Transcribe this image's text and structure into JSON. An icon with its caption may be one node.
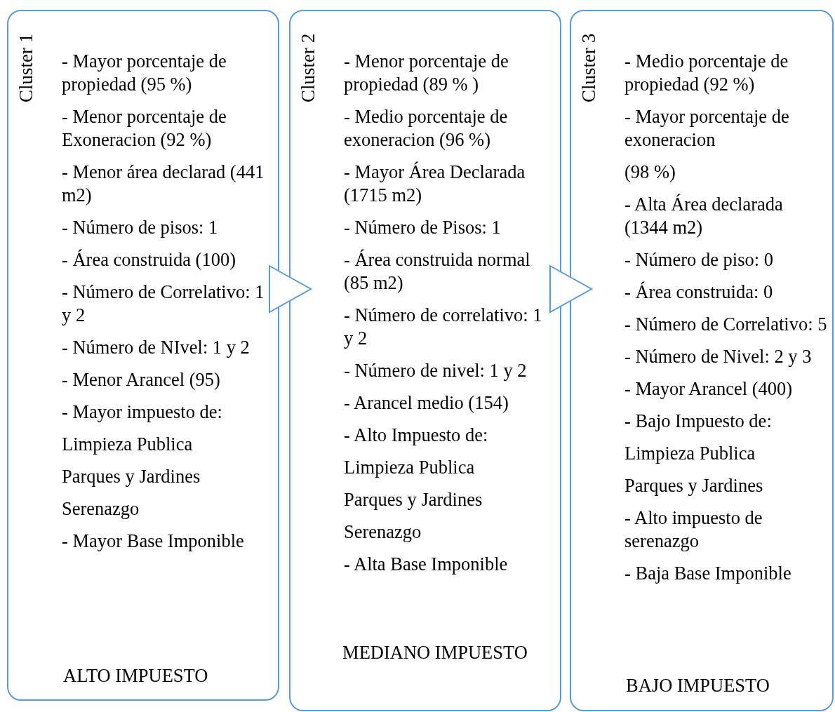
{
  "diagram": {
    "nodes": [
      {
        "text": [
          "Cluster 1",
          "- Mayor porcentaje de propiedad (95 %)",
          "- Menor porcentaje de Exoneracion (92 %)",
          "- Menor área declarad (441 m2)",
          "- Número de pisos: 1",
          "- Área construida (100)",
          "- Número de Correlativo: 1 y 2",
          "- Número de NIvel: 1 y 2",
          "- Menor Arancel (95)",
          "- Mayor impuesto de:",
          "Limpieza Publica",
          "Parques y Jardines",
          "Serenazgo",
          "- Mayor Base Imponible",
          "ALTO IMPUESTO"
        ]
      },
      {
        "text": [
          "Cluster 2",
          "- Menor porcentaje de propiedad (89 % )",
          "- Medio porcentaje de exoneracion (96 %)",
          "- Mayor Área Declarada (1715 m2)",
          "- Número de Pisos: 1",
          "- Área construida normal (85 m2)",
          "- Número de correlativo: 1 y 2",
          "- Número de nivel: 1 y 2",
          "- Arancel medio (154)",
          "- Alto Impuesto de:",
          "Limpieza Publica",
          "Parques y Jardines",
          "Serenazgo",
          "- Alta Base Imponible",
          "MEDIANO IMPUESTO"
        ]
      },
      {
        "text": [
          "Cluster 3",
          "- Medio porcentaje de propiedad (92 %)",
          "- Mayor porcentaje de exoneracion",
          "(98 %)",
          "- Alta Área declarada (1344 m2)",
          "- Número de piso: 0",
          "- Área construida: 0",
          "- Número de Correlativo: 5",
          "- Número de Nivel: 2 y 3",
          "- Mayor Arancel (400)",
          "- Bajo Impuesto de:",
          "Limpieza Publica",
          "Parques y Jardines",
          "- Alto impuesto de serenazgo",
          "- Baja Base Imponible",
          "BAJO IMPUESTO"
        ]
      }
    ],
    "edges": [
      {
        "from": 0,
        "to": 1,
        "arrow": "to"
      },
      {
        "from": 1,
        "to": 2,
        "arrow": "to"
      }
    ]
  }
}
